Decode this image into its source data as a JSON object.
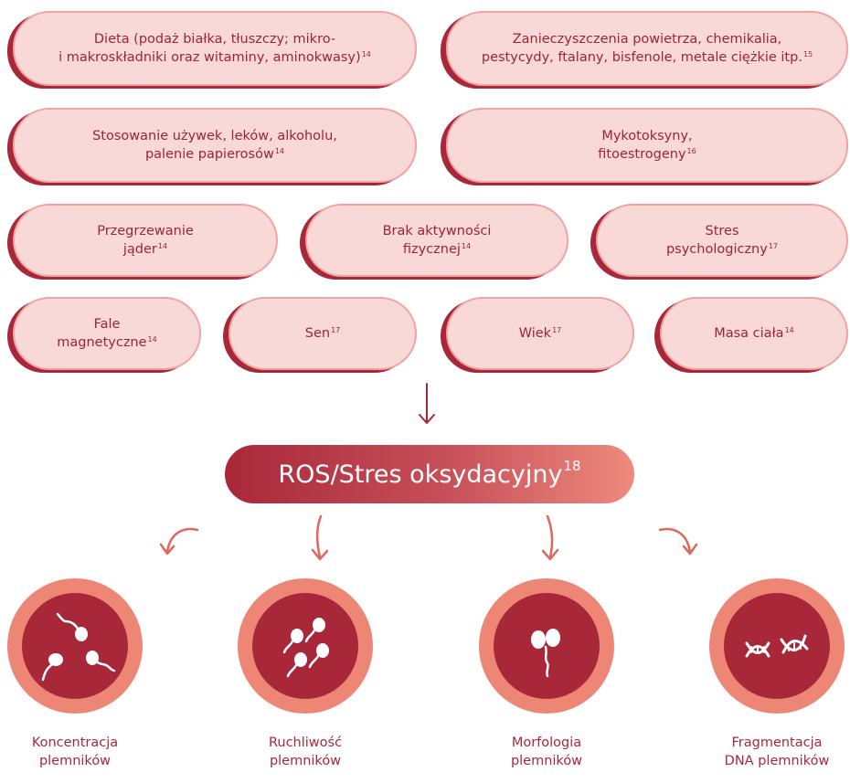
{
  "colors": {
    "pill_fill": "#f9d8d8",
    "pill_border": "#f0a39f",
    "pill_shadow": "#a8283a",
    "text_dark_red": "#9b2435",
    "ros_gradient_start": "#a8283a",
    "ros_gradient_end": "#ee8a7d",
    "circle_outer": "#ee8676",
    "circle_inner": "#a8283a",
    "arrow": "#e0675d"
  },
  "factors": [
    {
      "text": "Dieta (podaż białka, tłuszczy; mikro-\ni makroskładniki oraz witaminy, aminokwasy)",
      "ref": "14"
    },
    {
      "text": "Zanieczyszczenia powietrza, chemikalia,\npestycydy, ftalany, bisfenole, metale ciężkie itp.",
      "ref": "15"
    },
    {
      "text": "Stosowanie używek, leków, alkoholu,\npalenie papierosów",
      "ref": "14"
    },
    {
      "text": "Mykotoksyny,\nfitoestrogeny",
      "ref": "16"
    },
    {
      "text": "Przegrzewanie\njąder",
      "ref": "14"
    },
    {
      "text": "Brak aktywności\nfizycznej",
      "ref": "14"
    },
    {
      "text": "Stres\npsychologiczny",
      "ref": "17"
    },
    {
      "text": "Fale\nmagnetyczne",
      "ref": "14"
    },
    {
      "text": "Sen",
      "ref": "17"
    },
    {
      "text": "Wiek",
      "ref": "17"
    },
    {
      "text": "Masa ciała",
      "ref": "14"
    }
  ],
  "central": {
    "text": "ROS/Stres oksydacyjny",
    "ref": "18"
  },
  "outcomes": [
    {
      "label": "Koncentracja\nplemników",
      "icon": "sperm-concentration-icon"
    },
    {
      "label": "Ruchliwość\nplemników",
      "icon": "sperm-motility-icon"
    },
    {
      "label": "Morfologia\nplemników",
      "icon": "sperm-morphology-icon"
    },
    {
      "label": "Fragmentacja\nDNA plemników",
      "icon": "dna-fragmentation-icon"
    }
  ]
}
